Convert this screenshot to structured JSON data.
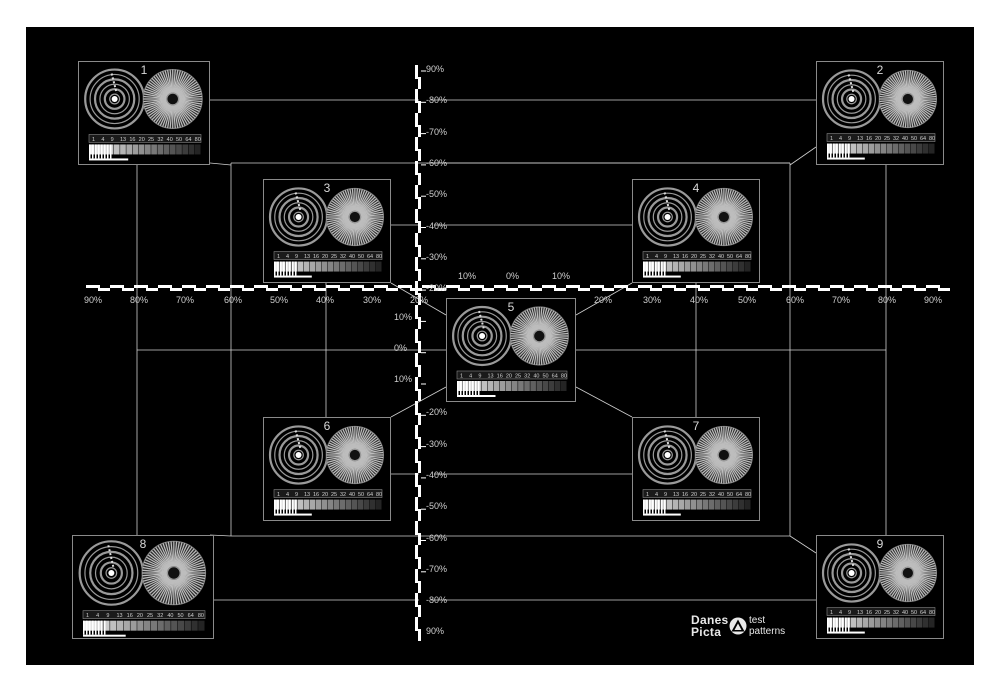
{
  "chart": {
    "background": "#000000",
    "border_color": "#ffffff",
    "line_color": "#d0d0d0",
    "patches": [
      {
        "id": 1,
        "label": "1"
      },
      {
        "id": 2,
        "label": "2"
      },
      {
        "id": 3,
        "label": "3"
      },
      {
        "id": 4,
        "label": "4"
      },
      {
        "id": 5,
        "label": "5"
      },
      {
        "id": 6,
        "label": "6"
      },
      {
        "id": 7,
        "label": "7"
      },
      {
        "id": 8,
        "label": "8"
      },
      {
        "id": 9,
        "label": "9"
      }
    ],
    "h_axis_labels": [
      "90%",
      "80%",
      "70%",
      "60%",
      "50%",
      "40%",
      "30%",
      "20%",
      "20%",
      "30%",
      "40%",
      "50%",
      "60%",
      "70%",
      "80%",
      "90%"
    ],
    "h_axis_center_labels": [
      "10%",
      "0%",
      "10%"
    ],
    "v_axis_labels": [
      "90%",
      "80%",
      "70%",
      "60%",
      "50%",
      "40%",
      "30%",
      "20%",
      "20%",
      "30%",
      "40%",
      "50%",
      "60%",
      "70%",
      "80%",
      "90%"
    ],
    "v_axis_center_labels": [
      "10%",
      "0%",
      "10%"
    ],
    "scale_labels": [
      "1",
      "4",
      "9",
      "13",
      "16",
      "20",
      "25",
      "32",
      "40",
      "50",
      "64",
      "80"
    ],
    "logo": {
      "line1": "Danes",
      "line2": "Picta",
      "word1": "test",
      "word2": "patterns"
    }
  }
}
